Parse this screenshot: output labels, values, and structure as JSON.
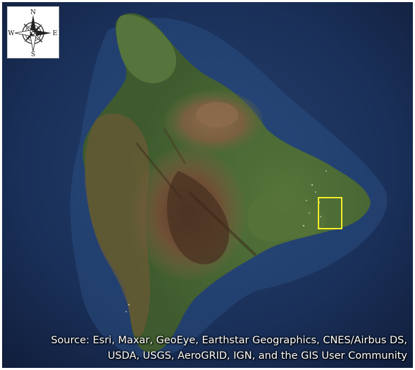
{
  "compass": {
    "north": "N",
    "south": "S",
    "east": "E",
    "west": "W",
    "icon": "compass-rose-icon"
  },
  "attribution": {
    "line1": "Source: Esri, Maxar, GeoEye, Earthstar Geographics, CNES/Airbus DS,",
    "line2": "USDA, USGS, AeroGRID, IGN, and the GIS User Community"
  },
  "highlight": {
    "color": "#f2ec2a"
  },
  "colors": {
    "ocean": "#16284a",
    "ocean_shallow": "#2a4a7a",
    "vegetation": "#4f6e35",
    "lava_dark": "#4a3523",
    "summit_brown": "#7a5a3c"
  }
}
